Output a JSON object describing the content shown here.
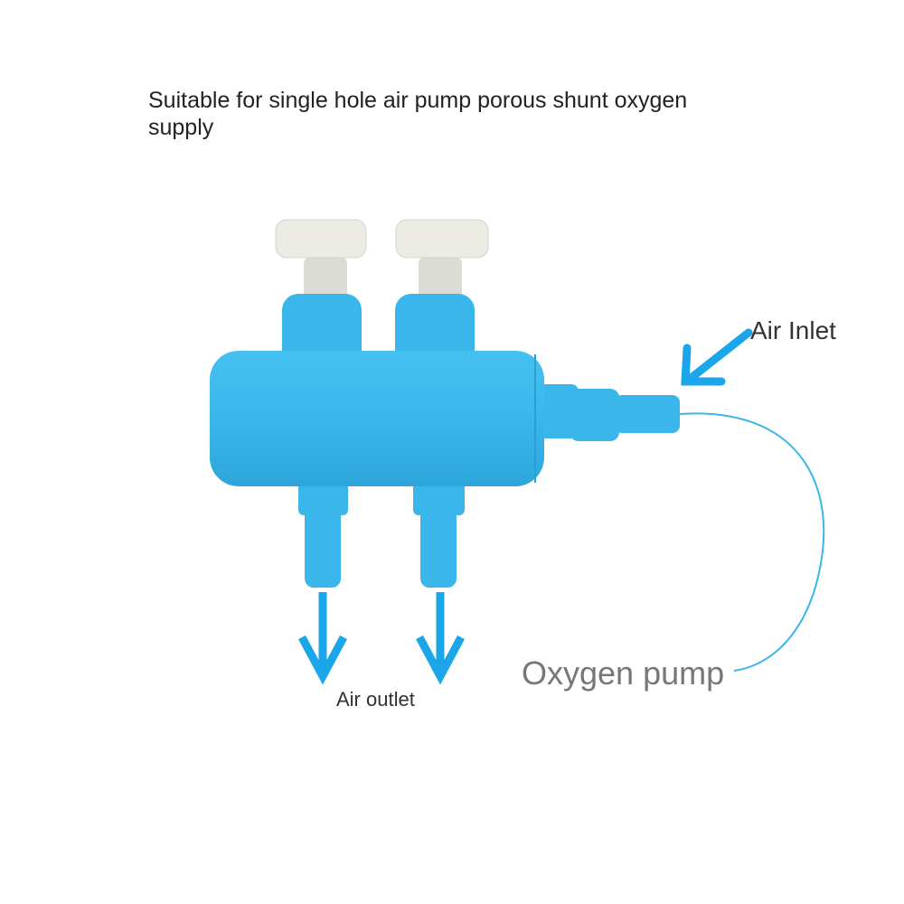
{
  "caption": "Suitable for single hole air pump porous shunt oxygen supply",
  "labels": {
    "air_inlet": "Air Inlet",
    "air_outlet": "Air outlet",
    "oxygen_pump": "Oxygen pump"
  },
  "colors": {
    "product_blue": "#3bb6ea",
    "arrow_blue": "#1aa6e8",
    "knob_white": "#ecece4"
  }
}
